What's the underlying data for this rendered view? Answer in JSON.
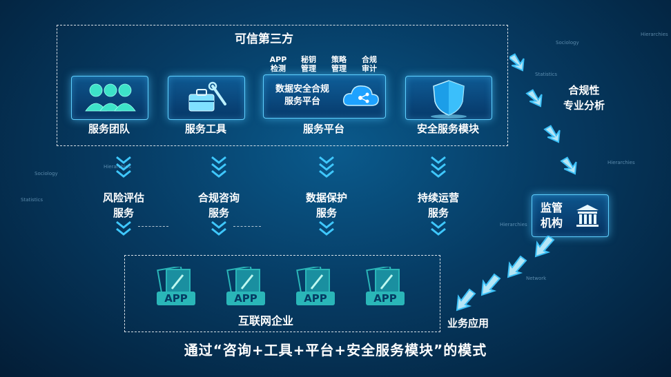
{
  "top_group": {
    "title": "可信第三方",
    "cards": [
      {
        "label": "服务团队",
        "icon": "team-icon"
      },
      {
        "label": "服务工具",
        "icon": "toolbox-icon"
      },
      {
        "label": "服务平台",
        "icon": "cloud-icon"
      },
      {
        "label": "安全服务模块",
        "icon": "shield-icon"
      }
    ],
    "platform": {
      "chips": [
        "APP\n检测",
        "秘钥\n管理",
        "策略\n管理",
        "合规\n审计"
      ],
      "card_text": "数据安全合规\n服务平台"
    }
  },
  "services": [
    {
      "label": "风险评估\n服务"
    },
    {
      "label": "合规咨询\n服务"
    },
    {
      "label": "数据保护\n服务"
    },
    {
      "label": "持续运营\n服务"
    }
  ],
  "right_side": {
    "compliance": "合规性\n专业分析",
    "regulator": "监管\n机构",
    "application": "业务应用"
  },
  "bottom_group": {
    "title": "互联网企业",
    "apps": [
      "APP",
      "APP",
      "APP",
      "APP"
    ]
  },
  "caption": "通过“咨询+工具+平台+安全服务模块”的模式",
  "decor_words": [
    "Sociology",
    "Hierarchies",
    "Statistics",
    "Sociology",
    "Statistics",
    "Hierarchies",
    "Hierarchies",
    "Network",
    "Hierarchies"
  ],
  "colors": {
    "accent": "#5fd0ff",
    "chevron": "#3fc8ff",
    "app_icon": "#2ab6b8"
  }
}
